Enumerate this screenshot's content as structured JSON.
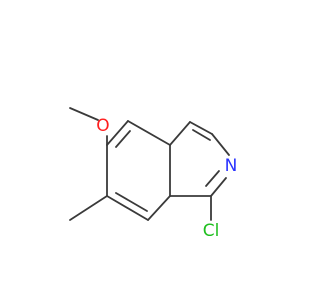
{
  "molecule": {
    "atoms": {
      "chlorine": "Cl",
      "nitrogen": "N",
      "oxygen": "O"
    },
    "colors": {
      "bond": "#3a3a3a",
      "carbon_label": "#3a3a3a",
      "nitrogen": "#2a33ff",
      "oxygen": "#ff1f1f",
      "chlorine": "#1fbf1f"
    }
  }
}
